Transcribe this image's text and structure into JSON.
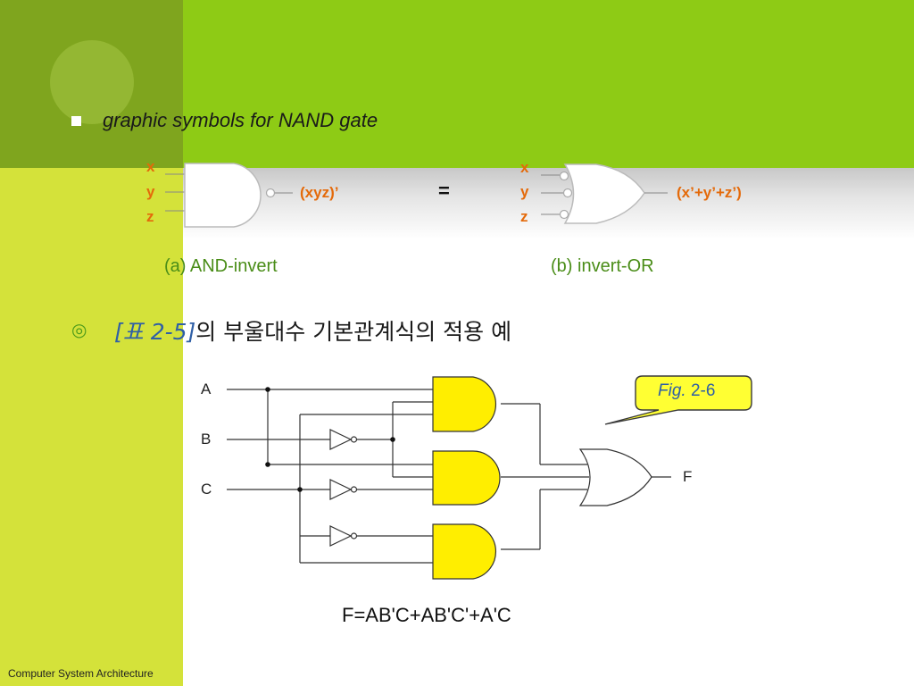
{
  "slide": {
    "bullet1_text": "graphic symbols for NAND gate",
    "bullet2_ref": "[표 2-5]",
    "bullet2_text": "의 부울대수 기본관계식의 적용 예",
    "footer": "Computer System Architecture"
  },
  "nand_symbols": {
    "inputs": [
      "x",
      "y",
      "z"
    ],
    "and_invert_output": "(xyz)’",
    "equals": "=",
    "invert_or_output": "(x’+y’+z’)",
    "caption_a": "(a) AND-invert",
    "caption_b": "(b) invert-OR"
  },
  "circuit": {
    "inputs": [
      "A",
      "B",
      "C"
    ],
    "output": "F",
    "callout_prefix": "Fig.",
    "callout_number": "2-6",
    "formula": "F=AB'C+AB'C'+A'C"
  },
  "colors": {
    "top_green": "#8ecb15",
    "left_lime": "#d4e23a",
    "top_dark": "#7fa51e",
    "gate_fill": "#ffee00",
    "label_orange": "#e46a0a",
    "caption_green": "#4a8d18"
  }
}
